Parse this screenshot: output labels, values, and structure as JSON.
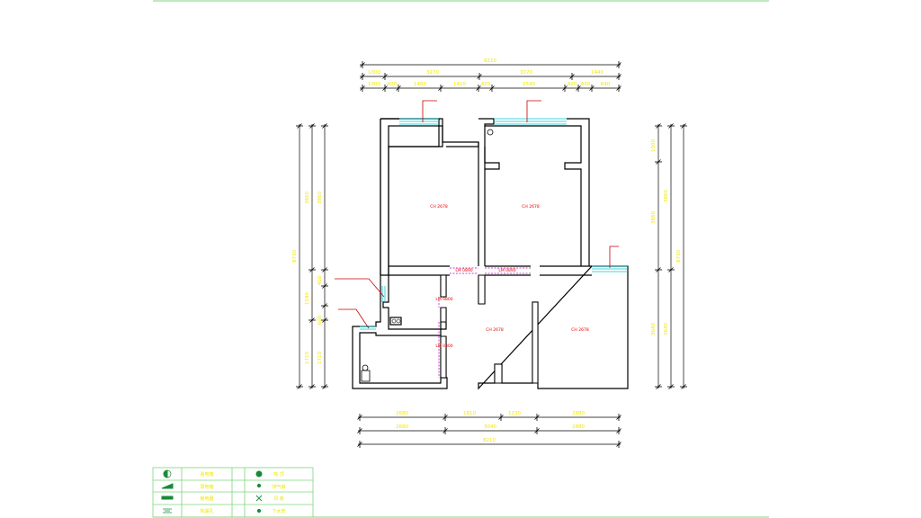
{
  "dimensions": {
    "top_total": "8210",
    "top_row1": [
      "1000",
      "3270",
      "3070",
      "1440"
    ],
    "top_row2": [
      "1000",
      "420",
      "1460",
      "1410",
      "420",
      "2540",
      "420",
      "400",
      "640"
    ],
    "left_total": "8730",
    "left_col1": [
      "3860",
      "1540",
      "1710"
    ],
    "left_col2": [
      "3860",
      "400",
      "600"
    ],
    "right_col1": [
      "1000",
      "3860"
    ],
    "right_col2": [
      "3860",
      "3640"
    ],
    "right_total": "8730",
    "right_lower": [
      "3640"
    ],
    "bottom_row1": [
      "2680",
      "1810",
      "1230",
      "2880"
    ],
    "bottom_row2": [
      "2680",
      "3040",
      "2880"
    ],
    "bottom_total": "8210"
  },
  "rooms": {
    "room_a": "CH 2678",
    "room_b": "CH 2678",
    "room_c": "CH 2678",
    "room_d": "CH 2678"
  },
  "doors": {
    "d1": "LM 0890",
    "d2": "LM 0890",
    "d3": "LM 0800",
    "d4": "LM 0800"
  },
  "legend": {
    "rows": [
      {
        "icon": "half-circle-icon",
        "label": "强电箱",
        "icon2": "filled-dot-icon",
        "label2": "吸 顶"
      },
      {
        "icon": "wedge-icon",
        "label": "弱电箱",
        "icon2": "small-dot-icon",
        "label2": "排气扇"
      },
      {
        "icon": "bar-icon",
        "label": "暖电器",
        "icon2": "fan-icon",
        "label2": "风 扇"
      },
      {
        "icon": "vent-icon",
        "label": "地漏孔",
        "icon2": "small-dot-icon",
        "label2": "下水管"
      }
    ]
  },
  "colors": {
    "wall": "#000000",
    "dimension": "#f2e600",
    "window": "#00c8d2",
    "door": "#c800c8",
    "leader": "#c80000",
    "border": "#7cd67c"
  }
}
